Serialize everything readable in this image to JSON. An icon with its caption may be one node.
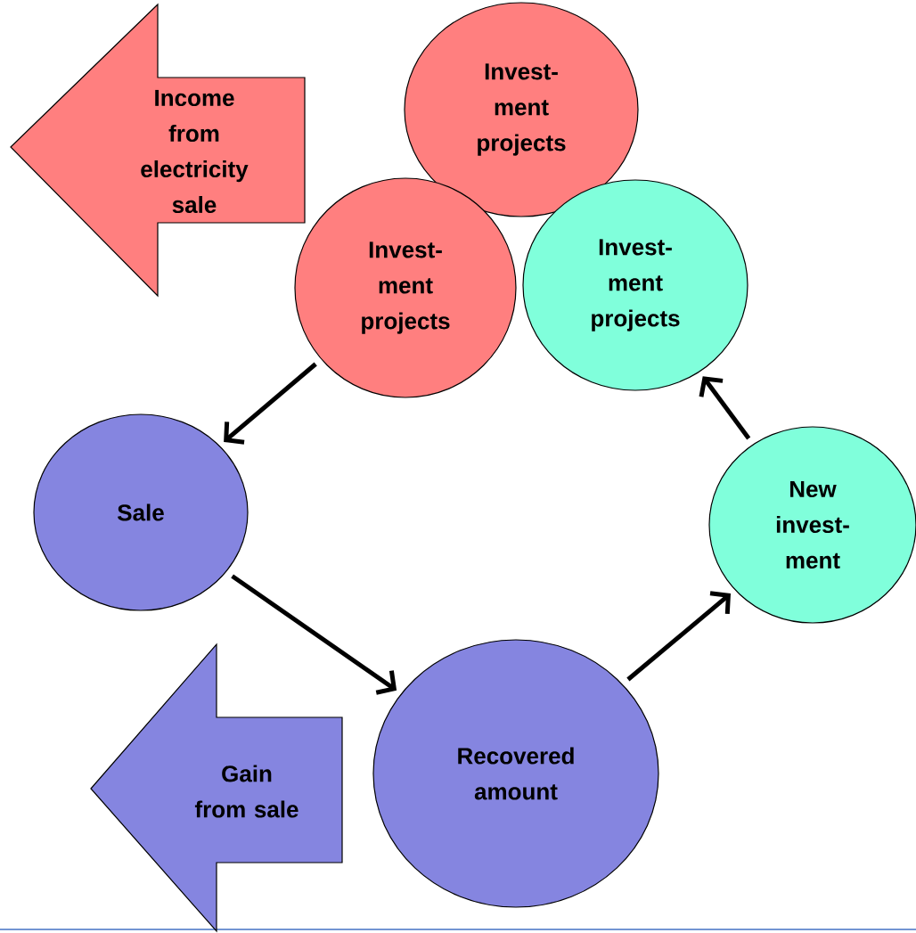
{
  "diagram": {
    "nodes": [
      {
        "text": [
          "Income from electricity sale"
        ]
      },
      {
        "text": [
          "Invest- ment projects"
        ]
      },
      {
        "text": [
          "Invest- ment projects"
        ]
      },
      {
        "text": [
          "Invest- ment projects"
        ]
      },
      {
        "text": [
          "Sale"
        ]
      },
      {
        "text": [
          "New invest- ment"
        ]
      },
      {
        "text": [
          "Recovered amount"
        ]
      },
      {
        "text": [
          "Gain from sale"
        ]
      }
    ],
    "edges": [
      {
        "from": 2,
        "to": 4,
        "arrow": "to"
      },
      {
        "from": 4,
        "to": 6,
        "arrow": "to"
      },
      {
        "from": 6,
        "to": 5,
        "arrow": "to"
      },
      {
        "from": 5,
        "to": 3,
        "arrow": "to"
      }
    ]
  }
}
